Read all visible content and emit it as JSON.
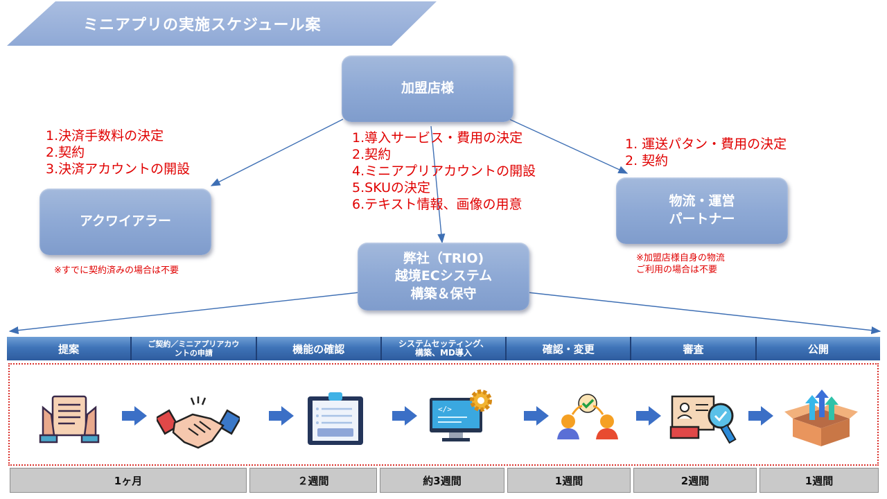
{
  "title": "ミニアプリの実施スケジュール案",
  "nodes": {
    "merchant": "加盟店様",
    "acquirer": "アクワイアラー",
    "logistics": "物流・運営\nパートナー",
    "trio": "弊社（TRIO)\n越境ECシステム\n構築＆保守"
  },
  "acquirer_tasks": [
    "1.決済手数料の決定",
    "2.契約",
    "3.決済アカウントの開設"
  ],
  "trio_tasks": [
    "1.導入サービス・費用の決定",
    "2.契約",
    "4.ミニアプリアカウントの開設",
    "5.SKUの決定",
    "6.テキスト情報、画像の用意"
  ],
  "logistics_tasks": [
    "1. 運送パタン・費用の決定",
    "2. 契約"
  ],
  "notes": {
    "acquirer": "※すでに契約済みの場合は不要",
    "logistics": "※加盟店様自身の物流\nご利用の場合は不要"
  },
  "steps": [
    "提案",
    "ご契約／ミニアプリアカウ\nントの申請",
    "機能の確認",
    "システムセッティング、\n構築、MD導入",
    "確認・変更",
    "審査",
    "公開"
  ],
  "durations": [
    "1ヶ月",
    "２週間",
    "約3週間",
    "1週間",
    "2週間",
    "1週間"
  ],
  "icons": [
    "document-hands-icon",
    "handshake-icon",
    "clipboard-icon",
    "code-monitor-gear-icon",
    "people-check-icon",
    "id-card-magnifier-icon",
    "box-arrows-icon"
  ],
  "colors": {
    "node_fill": "#8ea9d5",
    "step_fill": "#3f74b8",
    "red_text": "#e00000",
    "duration_fill": "#c9c9c9"
  }
}
